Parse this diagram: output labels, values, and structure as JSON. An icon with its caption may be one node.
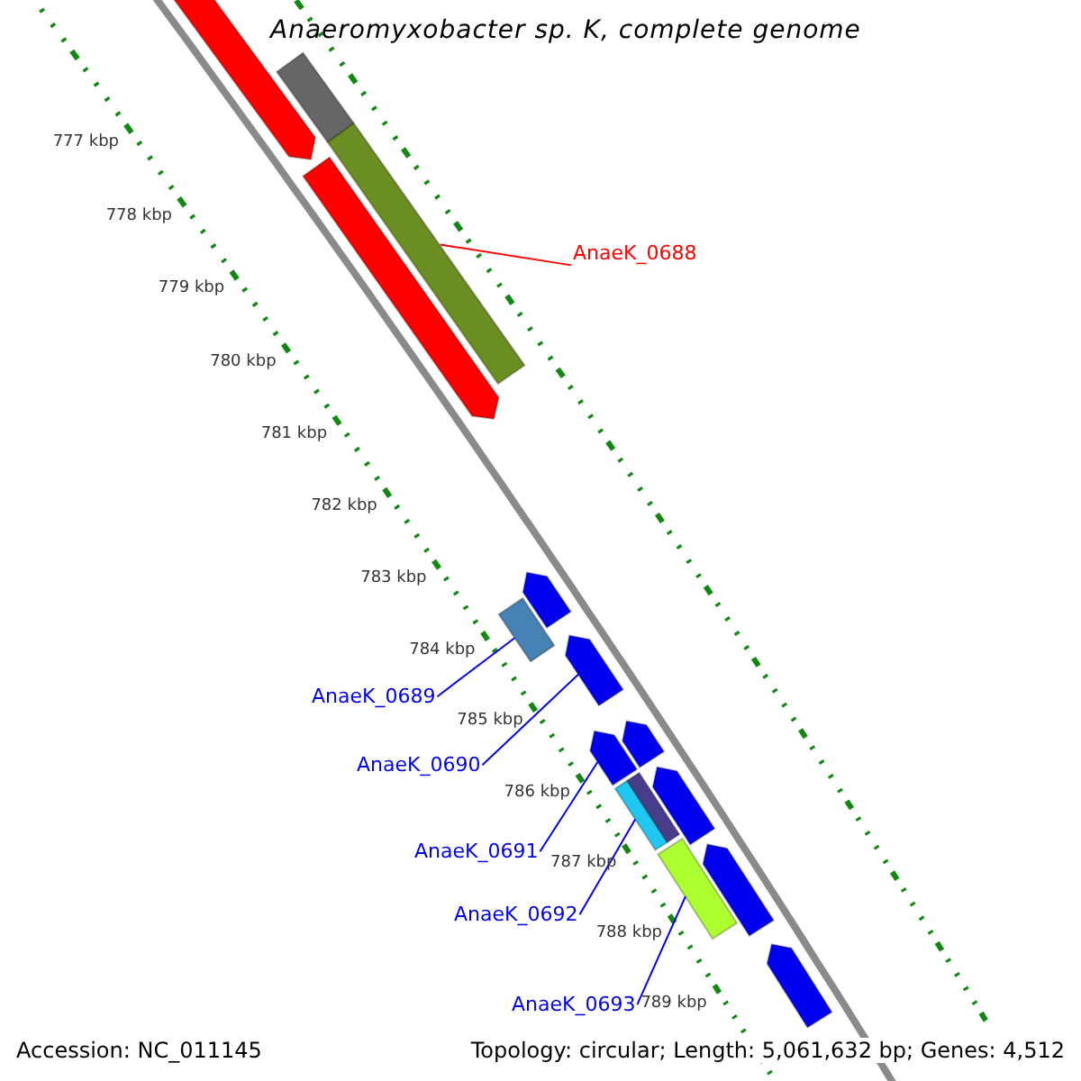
{
  "diagram": {
    "title": "Anaeromyxobacter sp. K, complete genome",
    "nodes": [
      {
        "text": [
          "AnaeK_0688"
        ]
      },
      {
        "text": [],
        "shape": "bar"
      },
      {
        "text": [
          "AnaeK_0689"
        ]
      },
      {
        "text": [],
        "shape": "bar"
      },
      {
        "text": [
          "AnaeK_0690"
        ]
      },
      {
        "text": [],
        "shape": "arrow"
      },
      {
        "text": [
          "AnaeK_0691"
        ]
      },
      {
        "text": [],
        "shape": "arrow"
      },
      {
        "text": [
          "AnaeK_0692"
        ]
      },
      {
        "text": [],
        "shape": "bar"
      },
      {
        "text": [
          "AnaeK_0693"
        ]
      },
      {
        "text": [],
        "shape": "bar"
      },
      {
        "text": [],
        "shape": "bar"
      },
      {
        "text": [],
        "shape": "arrow"
      },
      {
        "text": [],
        "shape": "arrow"
      },
      {
        "text": [],
        "shape": "arrow"
      },
      {
        "text": [],
        "shape": "arrow"
      },
      {
        "text": [],
        "shape": "arrow"
      },
      {
        "text": [],
        "shape": "bar"
      },
      {
        "text": [],
        "shape": "arrow"
      },
      {
        "text": [],
        "shape": "arrow"
      }
    ],
    "edges": [
      {
        "from": 0,
        "to": 1,
        "arrow": "none",
        "color": "#ff0000"
      },
      {
        "from": 2,
        "to": 3,
        "arrow": "none"
      },
      {
        "from": 4,
        "to": 5,
        "arrow": "none"
      },
      {
        "from": 6,
        "to": 7,
        "arrow": "none"
      },
      {
        "from": 8,
        "to": 9,
        "arrow": "none"
      },
      {
        "from": 10,
        "to": 11,
        "arrow": "none"
      }
    ],
    "labels": [
      "777 kbp",
      "778 kbp",
      "779 kbp",
      "780 kbp",
      "781 kbp",
      "782 kbp",
      "783 kbp",
      "784 kbp",
      "785 kbp",
      "786 kbp",
      "787 kbp",
      "788 kbp",
      "789 kbp",
      "Accession: NC_011145",
      "Topology: circular; Length: 5,061,632 bp; Genes: 4,512"
    ]
  }
}
